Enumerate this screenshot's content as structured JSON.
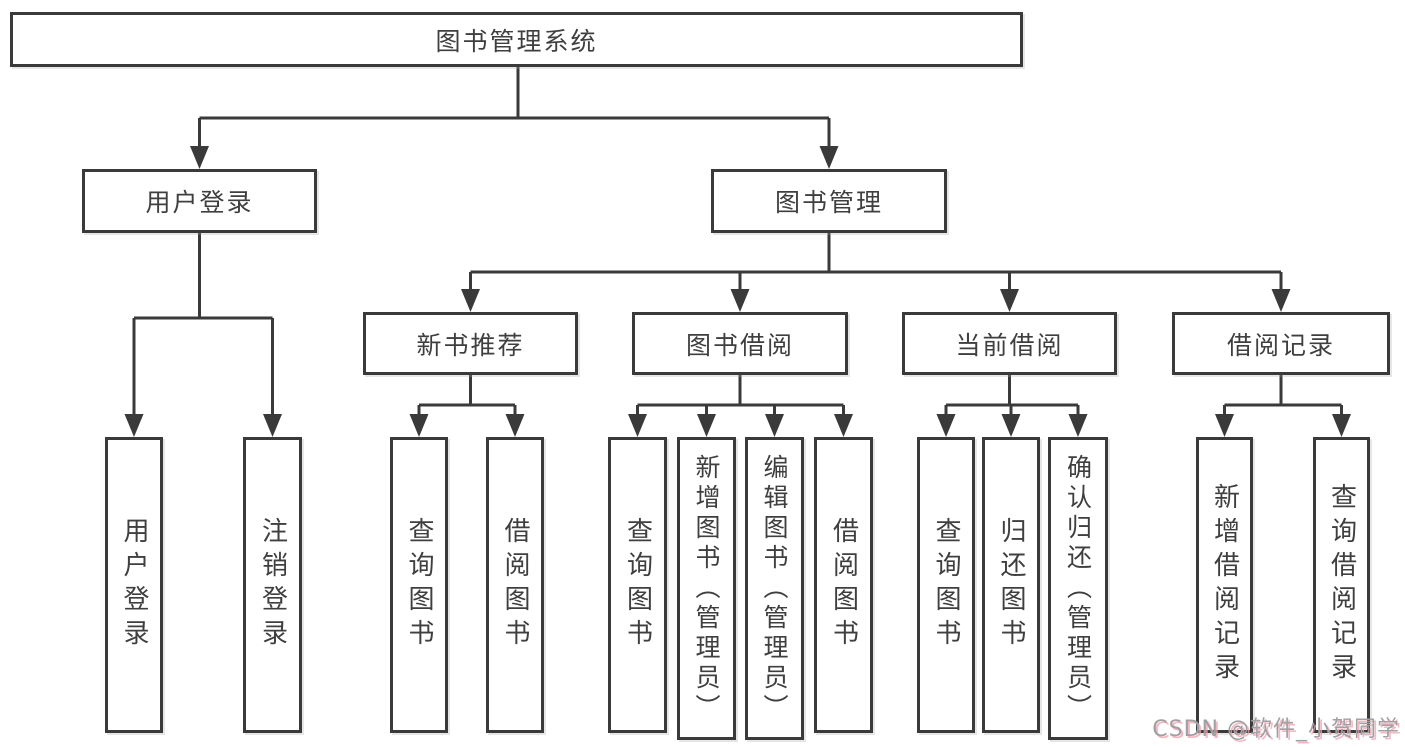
{
  "tree": {
    "label": "图书管理系统",
    "children": [
      {
        "label": "用户登录",
        "children": [
          {
            "label": "用户登录"
          },
          {
            "label": "注销登录"
          }
        ]
      },
      {
        "label": "图书管理",
        "children": [
          {
            "label": "新书推荐",
            "children": [
              {
                "label": "查询图书"
              },
              {
                "label": "借阅图书"
              }
            ]
          },
          {
            "label": "图书借阅",
            "children": [
              {
                "label": "查询图书"
              },
              {
                "label": "新增图书（管理员）"
              },
              {
                "label": "编辑图书（管理员）"
              },
              {
                "label": "借阅图书"
              }
            ]
          },
          {
            "label": "当前借阅",
            "children": [
              {
                "label": "查询图书"
              },
              {
                "label": "归还图书"
              },
              {
                "label": "确认归还（管理员）"
              }
            ]
          },
          {
            "label": "借阅记录",
            "children": [
              {
                "label": "新增借阅记录"
              },
              {
                "label": "查询借阅记录"
              }
            ]
          }
        ]
      }
    ]
  },
  "watermark": {
    "text": "CSDN @软件_小贺同学"
  },
  "colors": {
    "line": "#3a3a3a",
    "text": "#3f3f3f",
    "background": "#ffffff",
    "watermark_gray": "#a0a0a4",
    "watermark_pink": "#f0a0af"
  }
}
